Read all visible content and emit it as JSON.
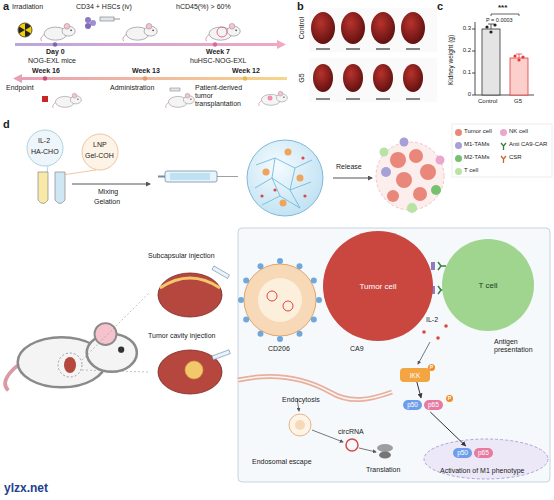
{
  "diagram": {
    "nodes": [
      {
        "text": [
          "Tumor cell"
        ]
      },
      {
        "text": [
          "T cell"
        ]
      },
      {
        "text": [
          "IKK"
        ]
      },
      {
        "text": [
          "p50",
          "p65"
        ]
      },
      {
        "text": [
          "p50",
          "p65"
        ]
      }
    ],
    "edges": [
      {
        "from": 2,
        "to": 3,
        "arrow": "to"
      },
      {
        "from": 3,
        "to": 4,
        "arrow": "to"
      }
    ],
    "labels": [
      "a",
      "Irradiation",
      "CD34 + HSCs (iv)",
      "hCD45(%) > 60%",
      "Day 0",
      "NOG-EXL mice",
      "Week 7",
      "huHSC-NOG-EXL",
      "Week 16",
      "Endpoint",
      "Week 13",
      "Administration",
      "Week 12",
      "Patient-derived tumor transplantation",
      "b",
      "Control",
      "G5",
      "c",
      "Kidney weight (g)",
      "0.3",
      "0.2",
      "0.1",
      "0",
      "***",
      "P = 0.0003",
      "Control",
      "G5",
      "d",
      "IL-2",
      "HA-CHO",
      "LNP",
      "Gel-COH",
      "Mixing",
      "Gelation",
      "Release",
      "Subcapsular injection",
      "Tumor cavity injection",
      "CD206",
      "Endocytosis",
      "Endosomal escape",
      "circRNA",
      "Translation",
      "CA9",
      "IL-2",
      "Antigen presentation",
      "P",
      "P",
      "Activation of M1 phenotype",
      "ylzx.net"
    ],
    "legend": [
      {
        "text": "Tumor cell",
        "color": "#e8877a"
      },
      {
        "text": "NK cell",
        "color": "#eaa6cf"
      },
      {
        "text": "M1-TAMs",
        "color": "#a79fd6"
      },
      {
        "text": "Anti CA9-CAR"
      },
      {
        "text": "M2-TAMs",
        "color": "#76c16f"
      },
      {
        "text": "CSR"
      },
      {
        "text": "T cell",
        "color": "#b8e3a4"
      }
    ]
  }
}
